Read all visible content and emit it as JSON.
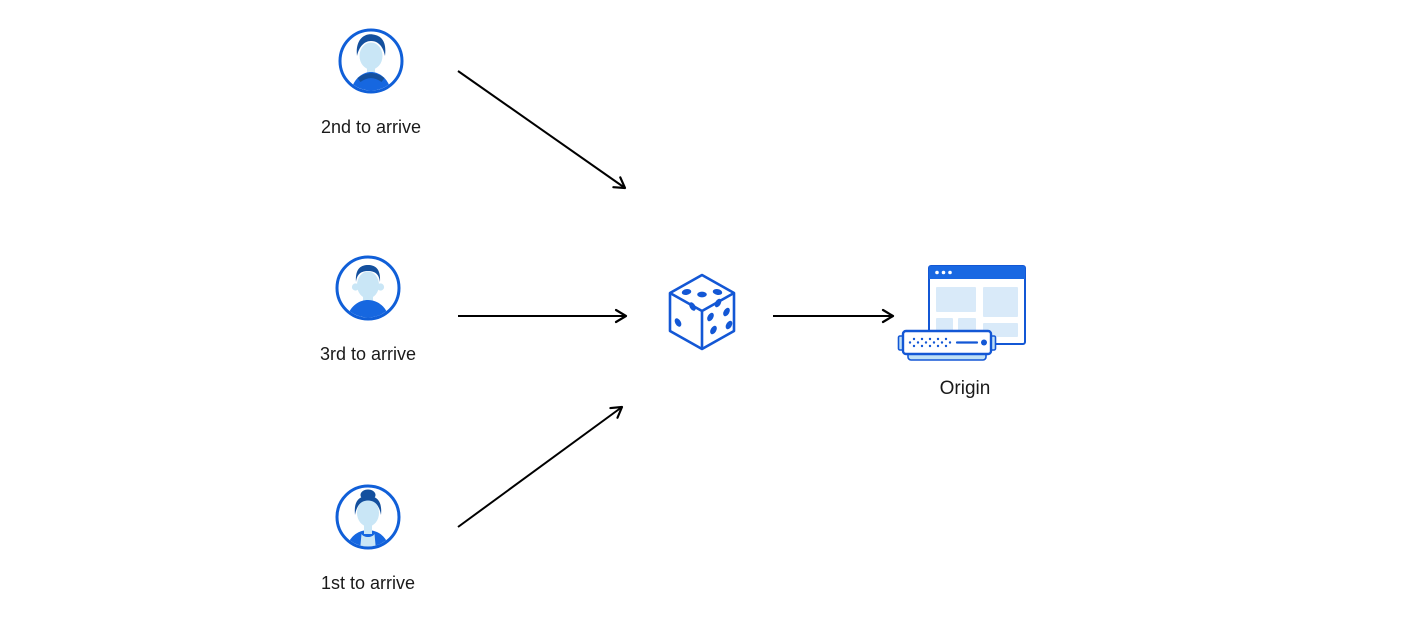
{
  "nodes": {
    "visitor_second": {
      "label": "2nd to arrive",
      "icon": "avatar-man-icon"
    },
    "visitor_third": {
      "label": "3rd to arrive",
      "icon": "avatar-man-icon"
    },
    "visitor_first": {
      "label": "1st to arrive",
      "icon": "avatar-woman-icon"
    },
    "random": {
      "icon": "dice-icon"
    },
    "origin": {
      "label": "Origin",
      "icon": "origin-server-icon"
    }
  },
  "colors": {
    "accent": "#105FD8",
    "accent-mid": "#1667E0",
    "accent-dark": "#14509E",
    "icon-stroke": "#1357D5",
    "titlebar": "#1968E2",
    "face": "#C9E6F6",
    "panel": "#D9EAF9",
    "server-tab": "#BFE0F6",
    "arrow": "#000000",
    "text": "#1A1A1A",
    "background": "#FFFFFF"
  }
}
